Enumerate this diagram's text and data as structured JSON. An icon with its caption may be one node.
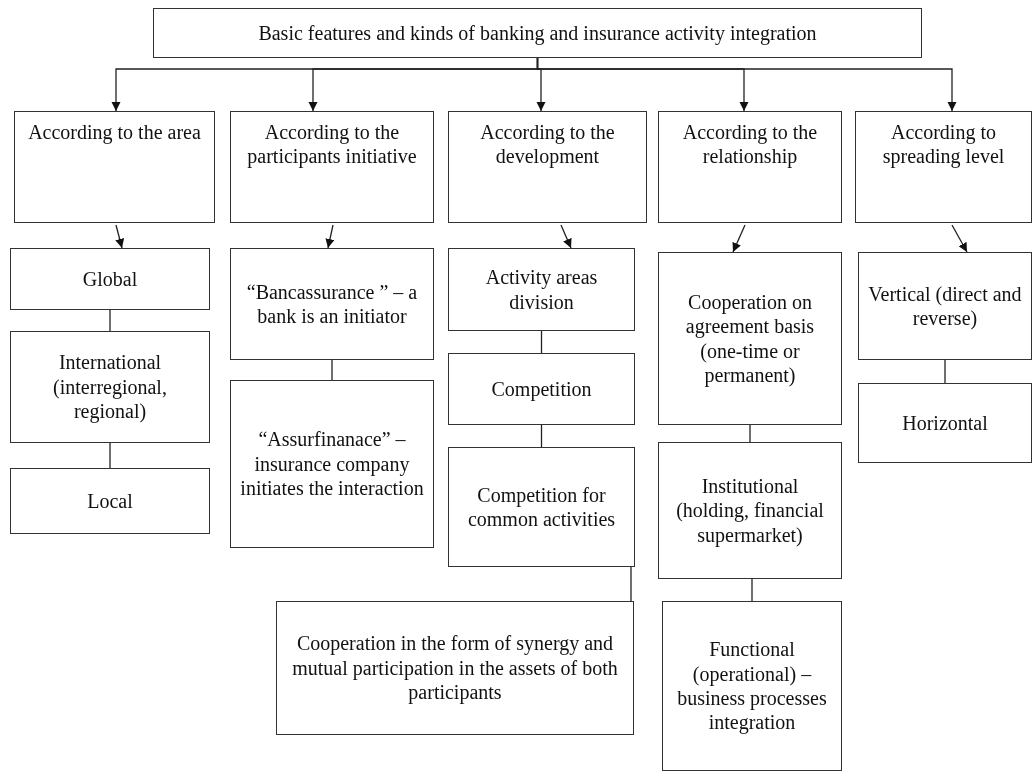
{
  "diagram": {
    "nodes": [
      {
        "text": [
          "Basic features and kinds of banking and insurance activity integration"
        ]
      },
      {
        "text": [
          "According to the area"
        ]
      },
      {
        "text": [
          "According to the participants initiative"
        ]
      },
      {
        "text": [
          "According to the development"
        ]
      },
      {
        "text": [
          "According to the relationship"
        ]
      },
      {
        "text": [
          "According to spreading level"
        ]
      },
      {
        "text": [
          "Global"
        ]
      },
      {
        "text": [
          "International (interregional, regional)"
        ]
      },
      {
        "text": [
          "Local"
        ]
      },
      {
        "text": [
          "“Bancassurance ” – a bank is an initiator"
        ]
      },
      {
        "text": [
          "“Assurfinanace” – insurance company initiates the interaction"
        ]
      },
      {
        "text": [
          "Activity areas division"
        ]
      },
      {
        "text": [
          "Competition"
        ]
      },
      {
        "text": [
          "Competition for common activities"
        ]
      },
      {
        "text": [
          "Cooperation in the form of synergy and mutual participation in the assets of both participants"
        ]
      },
      {
        "text": [
          "Cooperation on agreement basis (one-time or permanent)"
        ]
      },
      {
        "text": [
          "Institutional (holding, financial supermarket)"
        ]
      },
      {
        "text": [
          "Functional (operational) – business processes integration"
        ]
      },
      {
        "text": [
          "Vertical (direct and reverse)"
        ]
      },
      {
        "text": [
          "Horizontal"
        ]
      }
    ],
    "edges": [
      {
        "from": 0,
        "to": 1,
        "arrow": "to"
      },
      {
        "from": 0,
        "to": 2,
        "arrow": "to"
      },
      {
        "from": 0,
        "to": 3,
        "arrow": "to"
      },
      {
        "from": 0,
        "to": 4,
        "arrow": "to"
      },
      {
        "from": 0,
        "to": 5,
        "arrow": "to"
      },
      {
        "from": 1,
        "to": 6,
        "arrow": "to"
      },
      {
        "from": 2,
        "to": 9,
        "arrow": "to"
      },
      {
        "from": 3,
        "to": 11,
        "arrow": "to"
      },
      {
        "from": 4,
        "to": 15,
        "arrow": "to"
      },
      {
        "from": 5,
        "to": 18,
        "arrow": "to"
      },
      {
        "from": 6,
        "to": 7,
        "arrow": "none"
      },
      {
        "from": 7,
        "to": 8,
        "arrow": "none"
      },
      {
        "from": 9,
        "to": 10,
        "arrow": "none"
      },
      {
        "from": 11,
        "to": 12,
        "arrow": "none"
      },
      {
        "from": 12,
        "to": 13,
        "arrow": "none"
      },
      {
        "from": 13,
        "to": 14,
        "arrow": "none"
      },
      {
        "from": 15,
        "to": 16,
        "arrow": "none"
      },
      {
        "from": 16,
        "to": 17,
        "arrow": "none"
      },
      {
        "from": 18,
        "to": 19,
        "arrow": "none"
      }
    ]
  }
}
